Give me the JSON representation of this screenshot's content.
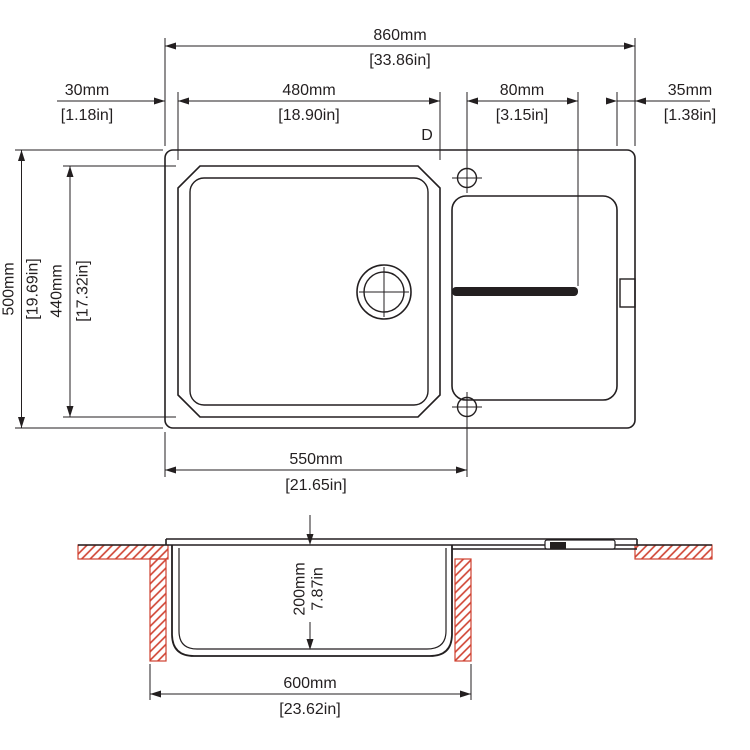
{
  "top_view": {
    "overall_width": {
      "mm": "860mm",
      "inch": "[33.86in]"
    },
    "bowl_width": {
      "mm": "480mm",
      "inch": "[18.90in]"
    },
    "left_edge": {
      "mm": "30mm",
      "inch": "[1.18in]"
    },
    "tap_zone": {
      "mm": "80mm",
      "inch": "[3.15in]"
    },
    "right_edge": {
      "mm": "35mm",
      "inch": "[1.38in]"
    },
    "overall_depth": {
      "mm": "500mm",
      "inch": "[19.69in]"
    },
    "bowl_depth": {
      "mm": "440mm",
      "inch": "[17.32in]"
    },
    "tap_center": {
      "mm": "550mm",
      "inch": "[21.65in]"
    },
    "datum": "D"
  },
  "section_view": {
    "bowl_height": {
      "mm": "200mm",
      "inch": "7.87in"
    },
    "cutout_width": {
      "mm": "600mm",
      "inch": "[23.62in]"
    }
  },
  "colors": {
    "line": "#231f20",
    "hatch": "#cf3f2e",
    "background": "#ffffff"
  }
}
